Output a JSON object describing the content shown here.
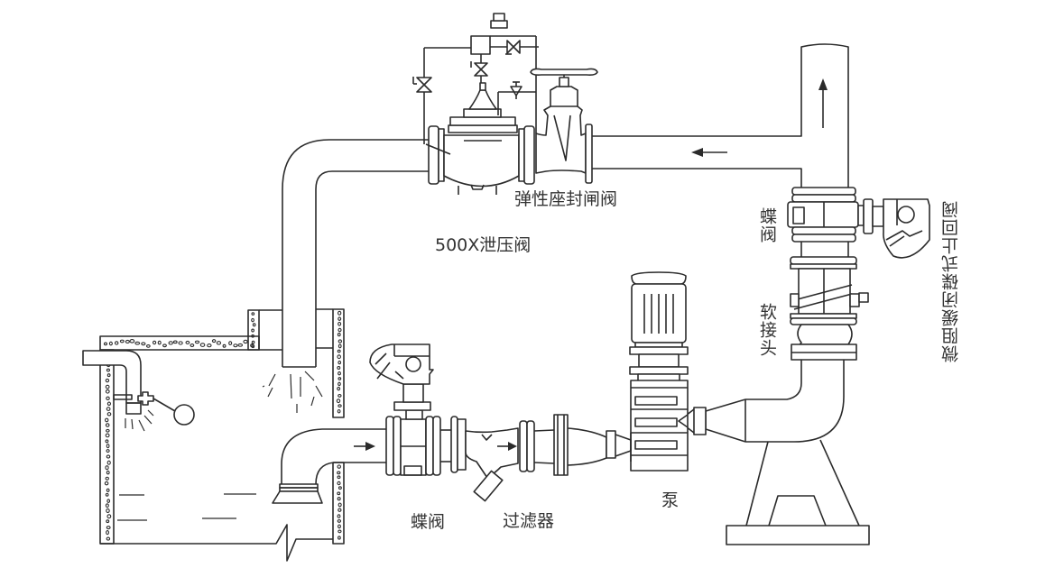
{
  "diagram": {
    "title": "",
    "colors": {
      "line": "#2b2b2b",
      "text": "#333333",
      "background": "#ffffff"
    },
    "labels": {
      "resilient_gate_valve": "弹性座封闸阀",
      "pressure_relief_valve": "500X泄压阀",
      "butterfly_valve_upper": "蝶阀",
      "check_valve": "微阻缓闭碟式止回阀",
      "flexible_joint": "软接头",
      "butterfly_valve_lower": "蝶阀",
      "strainer": "过滤器",
      "pump": "泵"
    },
    "components": [
      {
        "id": "tank",
        "name": "water tank"
      },
      {
        "id": "float-valve",
        "name": "float valve"
      },
      {
        "id": "suction-bellmouth",
        "name": "suction bell mouth"
      },
      {
        "id": "butterfly-valve-lower",
        "name": "butterfly valve"
      },
      {
        "id": "strainer",
        "name": "Y strainer"
      },
      {
        "id": "pump",
        "name": "vertical pump"
      },
      {
        "id": "flexible-joint",
        "name": "flexible joint"
      },
      {
        "id": "check-valve",
        "name": "slow-closing check valve"
      },
      {
        "id": "butterfly-valve-upper",
        "name": "butterfly valve"
      },
      {
        "id": "gate-valve",
        "name": "resilient seat gate valve"
      },
      {
        "id": "relief-valve",
        "name": "500X pressure relief valve"
      }
    ],
    "flow_arrows": [
      "right",
      "right",
      "up",
      "left"
    ]
  }
}
